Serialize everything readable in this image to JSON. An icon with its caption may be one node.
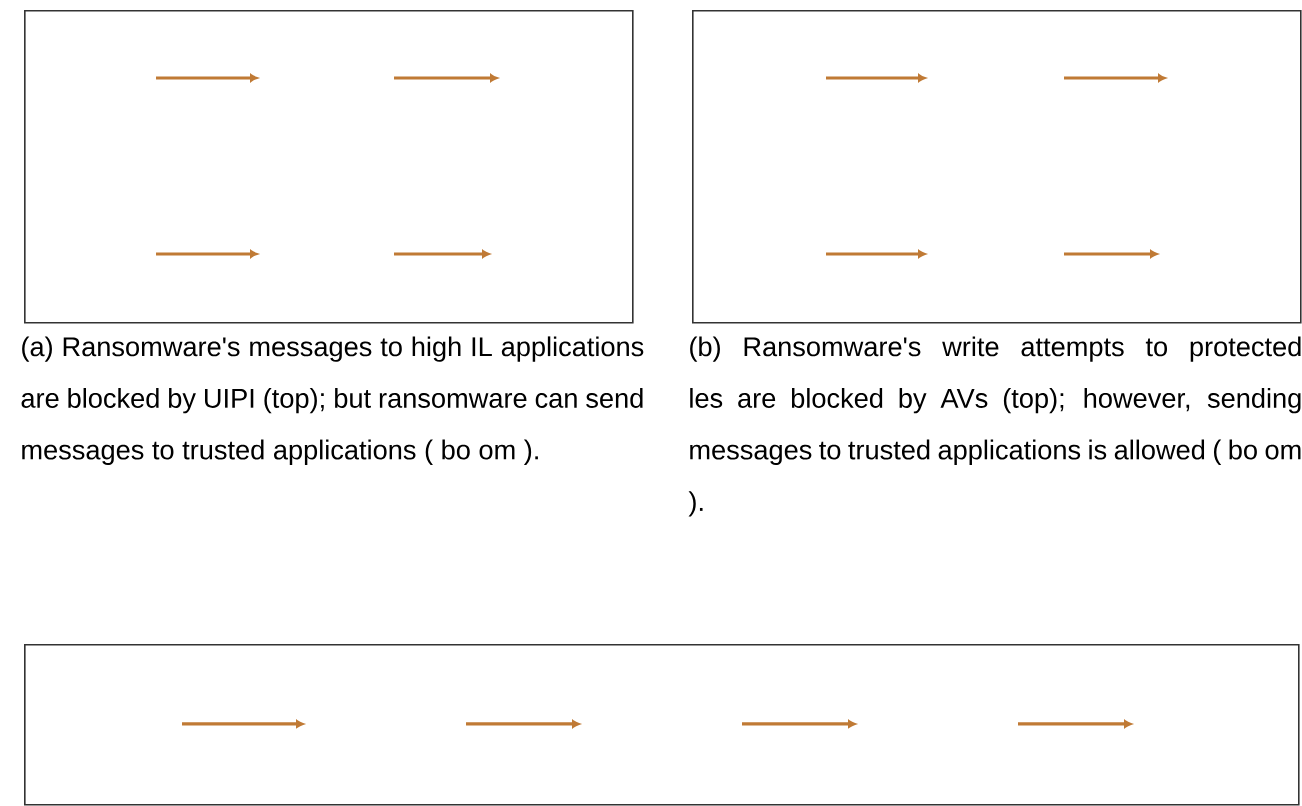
{
  "diagram": {
    "nodes": [
      {
        "text": [],
        "shape": "box",
        "beside": [
          "(a) Ransomware's messages to high IL applications are blocked by UIPI (top); but ransomware can send messages to trusted applications ( bo om )."
        ]
      },
      {
        "text": [],
        "shape": "box",
        "beside": [
          "(b) Ransomware's write attempts to protected les are blocked by AVs (top); however, sending messages to trusted applications is allowed ( bo om )."
        ]
      },
      {
        "text": [],
        "shape": "box"
      }
    ]
  }
}
